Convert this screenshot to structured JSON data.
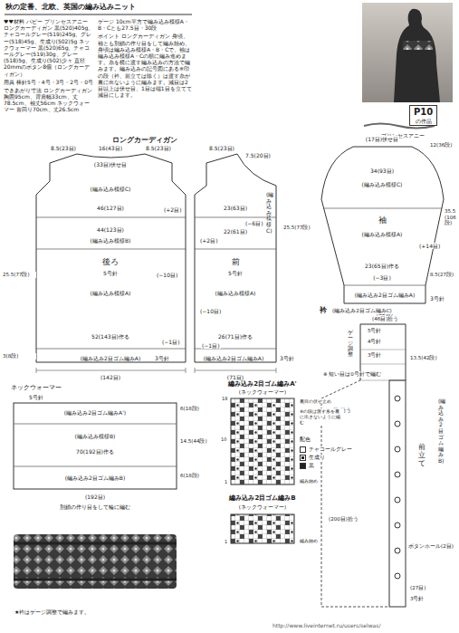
{
  "diagram": {
    "title": "秋の定番、北欧、英国の編み込みニット",
    "nodes": [
      {
        "text": [
          "P10",
          "の作品"
        ]
      }
    ],
    "labels": [
      "♥♥材料 パピー プリンセスアニー ロングカーディガン 黒(520)405g、チャコールグレー(519)245g、グレー(518)45g、生成り(502)5g ネックウォーマー 黒(520)65g、チャコールグレー(519)30g、グレー(518)5g、生成り(502)少々 直径20mmのボタン8個（ロングカーディガン）",
      "用具 棒針5号・4号・3号・2号・0号",
      "できあがり寸法 ロングカーディガン 胸囲95cm、背肩幅33cm、丈78.5cm、袖丈56cm ネックウォーマー 首回り70cm、丈26.5cm",
      "ゲージ 10cm平方で編み込み模様A・B・Cとも27.5目・30段",
      "ポイント ロングカーディガン 身頃、袖とも別鎖の作り目をして編み始め、身頃は編み込み模様A・B・Cで、袖は編み込み模様A・Cの順に編み進めます。糸を横に渡す編み込みの方法で編みます。編み込みの記号図にある※印の段（衿、前立ては除く）は渡す糸が裏に出ないように編みます。減目は2目以上は伏せ目、1目は端1目を立てて減目にします。",
      "プリンセスアニー",
      "ロングカーディガン",
      "16(43目)",
      "8.5(23目)",
      "8.5(23目)",
      "(33目)伏せ目",
      "(編み込み模様C)",
      "46(127目)",
      "(+2目)",
      "44(123目)",
      "(編み込み模様B)",
      "後ろ",
      "5号針",
      "(−10目)",
      "(編み込み模様A)",
      "52(143目)作る",
      "(−1目)",
      "(編み込み2目ゴム編みA)",
      "3号針",
      "(142目)",
      "25.5(77段)",
      "3(8段)",
      "8.5(23目)",
      "7.5(20目)",
      "23(63目)",
      "(−6目)",
      "22(61目)",
      "(+2目)",
      "前",
      "5号針",
      "(−10目)",
      "(編み込み模様A)",
      "26(71目)作る",
      "(−1目)",
      "(編み込み2目ゴム編みA)",
      "3号針",
      "(71目)",
      "(編み込み模様C)",
      "(17目)伏せ目",
      "34(93目)",
      "(編み込み模様C)",
      "袖",
      "(編み込み模様A)",
      "(+14目)",
      "23(65目)作る",
      "(−3目)",
      "(編み込み2目ゴム編みA)",
      "3号針",
      "(62目)",
      "12(36段)",
      "35.5(106段)",
      "8.5(27段)",
      "衿",
      "(編み込み2目ゴム編みC)",
      "(46目)拾う",
      "5号針",
      "ゲージ調整",
      "4号針",
      "3号針",
      "13.5(42段)",
      "※ 短い目は0号針で編む",
      "(45目)拾う",
      "(編み込み2目ゴム編みB)",
      "前立て",
      "(200目)拾う",
      "ボタンホール(2目)",
      "(27目)",
      "3号針",
      "ネックウォーマー",
      "5号針",
      "(編み込み2目ゴム編みA')",
      "(編み込み模様B)",
      "70(192目)作る",
      "(編み込み2目ゴム編みB)",
      "(192目)",
      "別鎖の作り目をして輪に編む",
      "6(18段)",
      "14.5(44段)",
      "6(18段)",
      "編み込み2目ゴム編みA'",
      "(ネックウォーマー)",
      "裏目の伏せ止め",
      "※の段は渡す糸を裏に出さないように編む",
      "配色",
      "編み始め",
      "編み込み2目ゴム編みB",
      "(ネックウォーマー)",
      "編み始め",
      "★衿はゲージ調整で編みます。",
      "http://www.liveinternet.ru/users/selwas/",
      "18",
      "10",
      "1",
      "1",
      "25.5(77段)"
    ],
    "legend": [
      {
        "text": "チャコールグレー"
      },
      {
        "text": "生成り"
      },
      {
        "text": "黒"
      }
    ]
  }
}
